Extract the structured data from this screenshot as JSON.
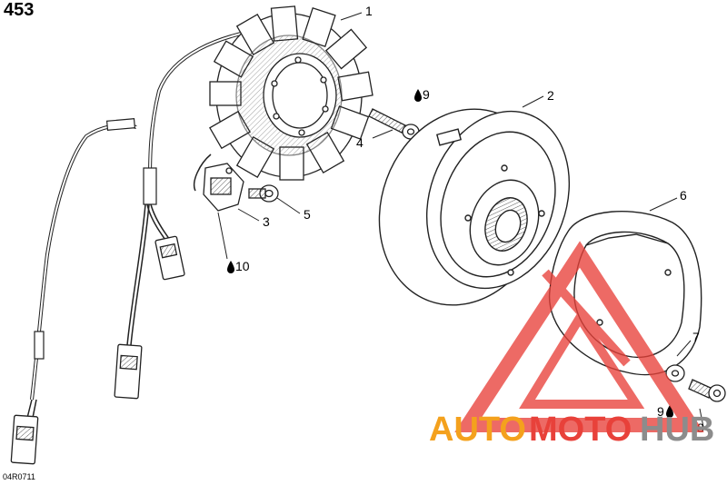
{
  "page_number": "453",
  "reference_code": "04R0711",
  "callouts": {
    "c1": "1",
    "c2": "2",
    "c3": "3",
    "c4": "4",
    "c5": "5",
    "c6": "6",
    "c7": "7",
    "c8": "8",
    "c9a": "9",
    "c9b": "9",
    "c10": "10"
  },
  "watermark": {
    "part1": "AUTO",
    "part2": "MOTO",
    "part3": "HUB",
    "color_orange": "#f4a11d",
    "color_red": "#e8413a",
    "color_gray": "#8c8c8c"
  }
}
